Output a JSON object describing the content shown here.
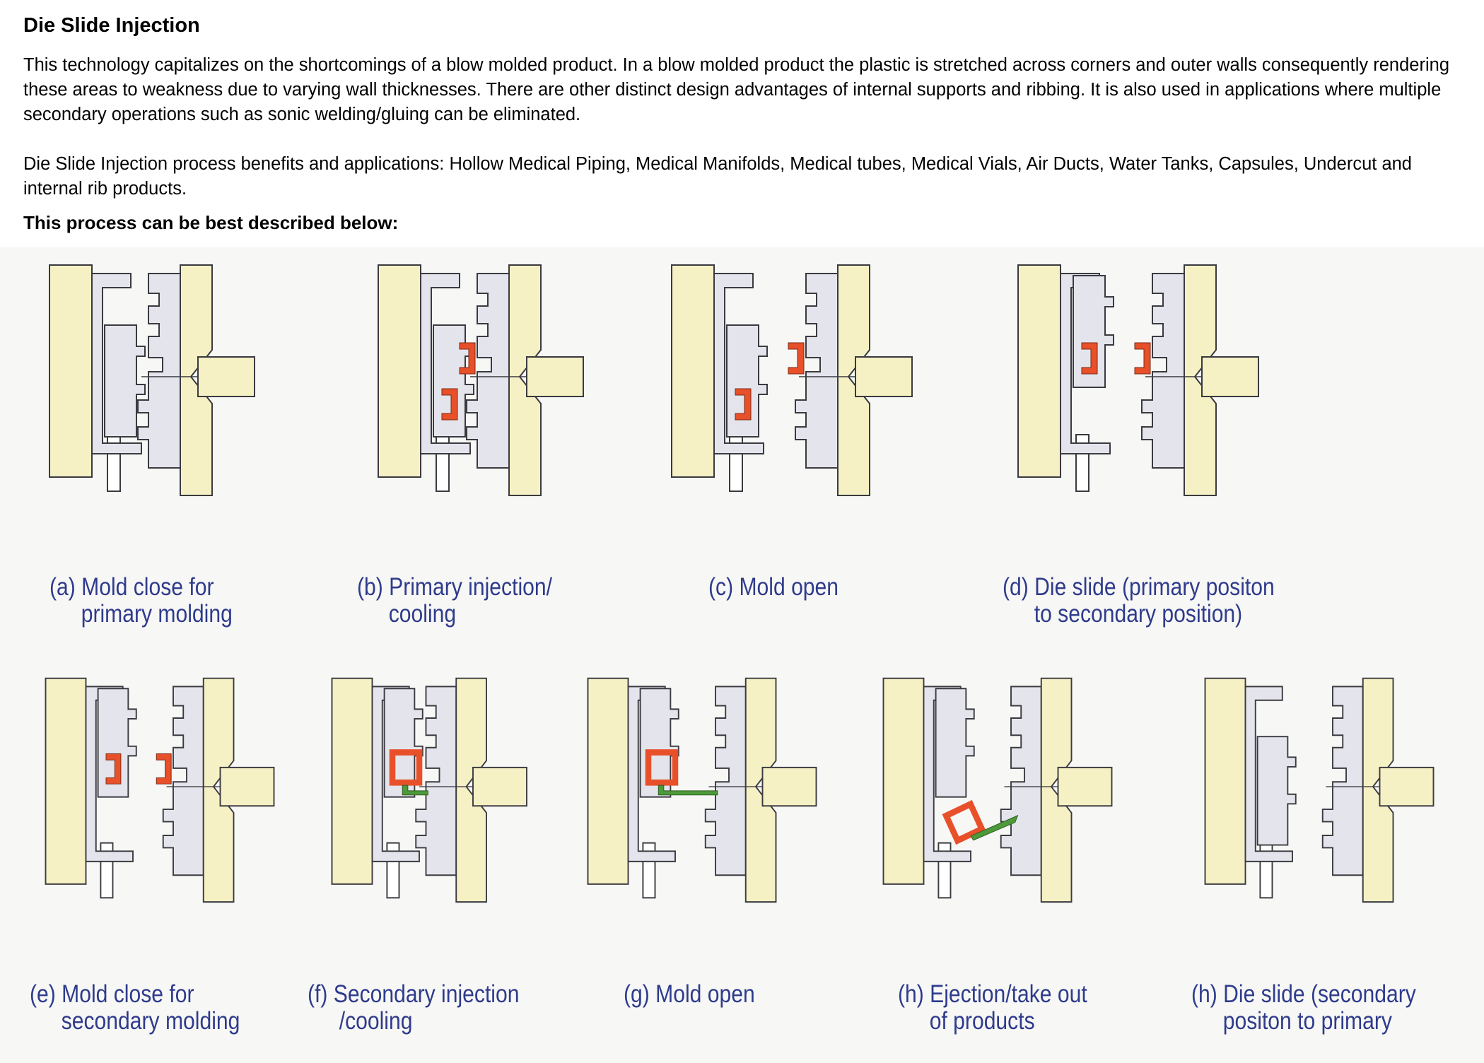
{
  "title": "Die Slide Injection",
  "intro": "This technology capitalizes on the shortcomings of a blow molded product.  In a blow molded product the plastic is stretched across corners and outer walls consequently rendering these areas to weakness due to varying wall thicknesses.  There are other distinct design advantages of internal supports and ribbing.  It is also used in applications where multiple secondary operations such as sonic welding/gluing can be eliminated.",
  "benefits": "Die Slide Injection process benefits and applications: Hollow Medical Piping, Medical Manifolds, Medical tubes, Medical Vials, Air Ducts, Water Tanks, Capsules, Undercut and internal rib products.",
  "subheading": "This process can be best described below:",
  "colors": {
    "platen": "#f6f1c4",
    "mold_plate": "#e4e4ec",
    "outline": "#3a3a40",
    "primary_part": "#e8502a",
    "secondary_part": "#4d9a3a",
    "caption": "#2f3b8c"
  },
  "steps": [
    {
      "line1": "(a) Mold close for",
      "line2": "primary molding"
    },
    {
      "line1": "(b) Primary injection/",
      "line2": "cooling"
    },
    {
      "line1": "(c) Mold open",
      "line2": ""
    },
    {
      "line1": "(d) Die slide (primary positon",
      "line2": "to secondary position)"
    },
    {
      "line1": "(e) Mold close for",
      "line2": "secondary molding"
    },
    {
      "line1": "(f) Secondary injection",
      "line2": "/cooling"
    },
    {
      "line1": "(g) Mold open",
      "line2": ""
    },
    {
      "line1": "(h) Ejection/take out",
      "line2": "of products"
    },
    {
      "line1": "(h) Die slide (secondary",
      "line2": "positon to primary"
    }
  ]
}
